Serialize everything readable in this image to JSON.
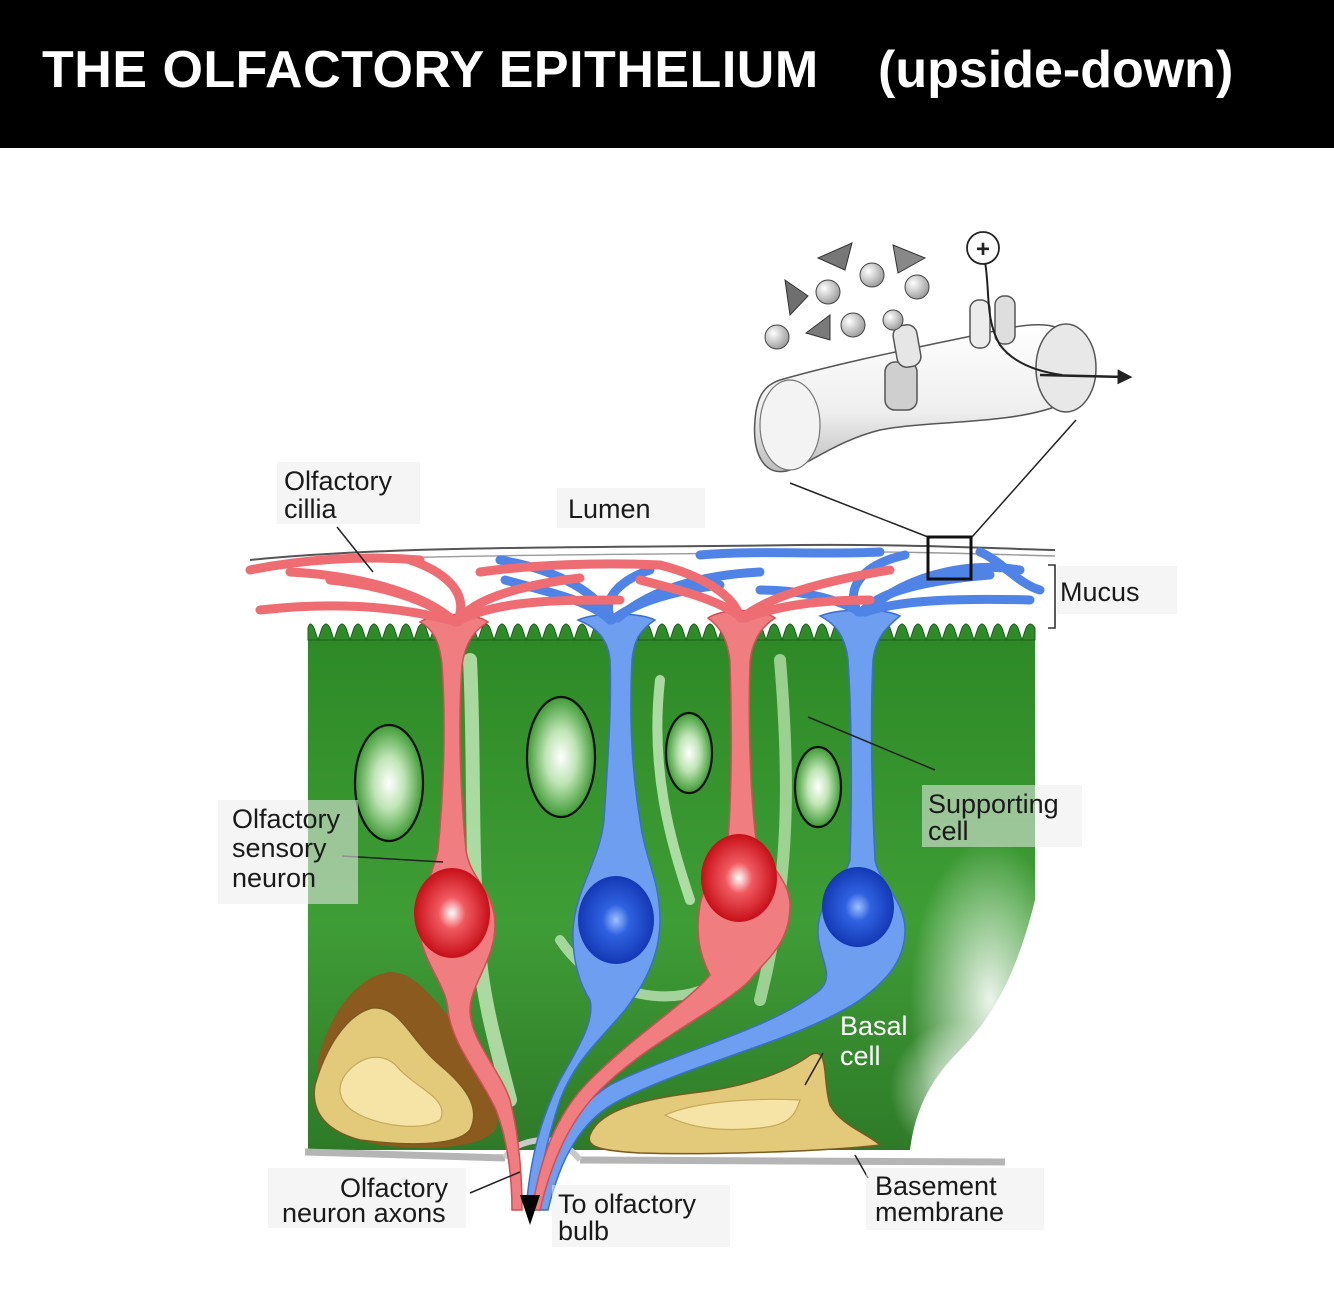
{
  "header": {
    "title": "THE OLFACTORY EPITHELIUM",
    "subtitle": "(upside-down)"
  },
  "labels": {
    "cilia": [
      "Olfactory",
      "cillia"
    ],
    "lumen": "Lumen",
    "mucus": "Mucus",
    "supporting_cell": [
      "Supporting",
      "cell"
    ],
    "sensory_neuron": [
      "Olfactory",
      "sensory",
      "neuron"
    ],
    "basal_cell": [
      "Basal",
      "cell"
    ],
    "axons": [
      "Olfactory",
      "neuron axons"
    ],
    "to_bulb": [
      "To olfactory",
      "bulb"
    ],
    "basement_membrane": [
      "Basement",
      "membrane"
    ]
  },
  "inset": {
    "charge_symbol": "+"
  },
  "colors": {
    "red_neuron": "#f07d80",
    "red_nucleus": "#d4141c",
    "blue_neuron": "#6e9ef0",
    "blue_nucleus": "#1746c8",
    "supporting_green": "#2f8a2a",
    "basal_tan": "#e3c97a",
    "basal_brown": "#8b5a1e"
  }
}
